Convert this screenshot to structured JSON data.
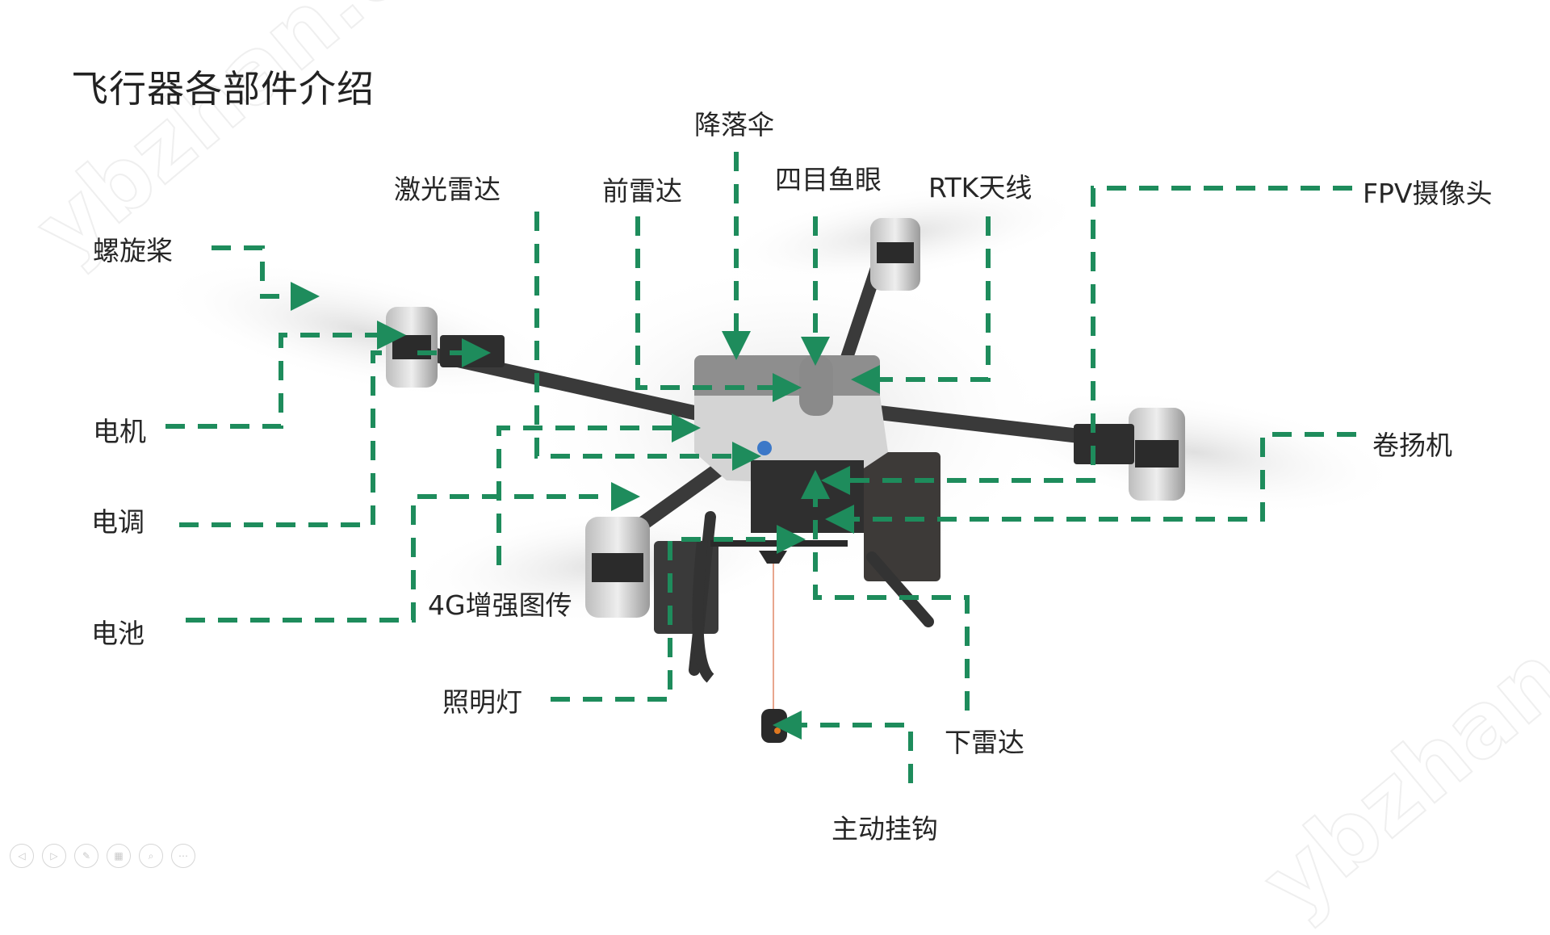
{
  "slide": {
    "title": "飞行器各部件介绍",
    "watermark": "ybzhan.cn",
    "accent_color": "#1e8c5c",
    "labels": {
      "parachute": "降落伞",
      "lidar": "激光雷达",
      "front_radar": "前雷达",
      "fisheye": "四目鱼眼",
      "rtk_antenna": "RTK天线",
      "fpv_camera": "FPV摄像头",
      "propeller": "螺旋桨",
      "winch": "卷扬机",
      "motor": "电机",
      "esc": "电调",
      "battery": "电池",
      "transmission_4g": "4G增强图传",
      "lighting": "照明灯",
      "bottom_radar": "下雷达",
      "active_hook": "主动挂钩"
    }
  },
  "player_controls": [
    {
      "name": "previous",
      "icon": "◁"
    },
    {
      "name": "next",
      "icon": "▷"
    },
    {
      "name": "pen",
      "icon": "✎"
    },
    {
      "name": "slides",
      "icon": "▦"
    },
    {
      "name": "zoom",
      "icon": "⌕"
    },
    {
      "name": "more",
      "icon": "⋯"
    }
  ]
}
